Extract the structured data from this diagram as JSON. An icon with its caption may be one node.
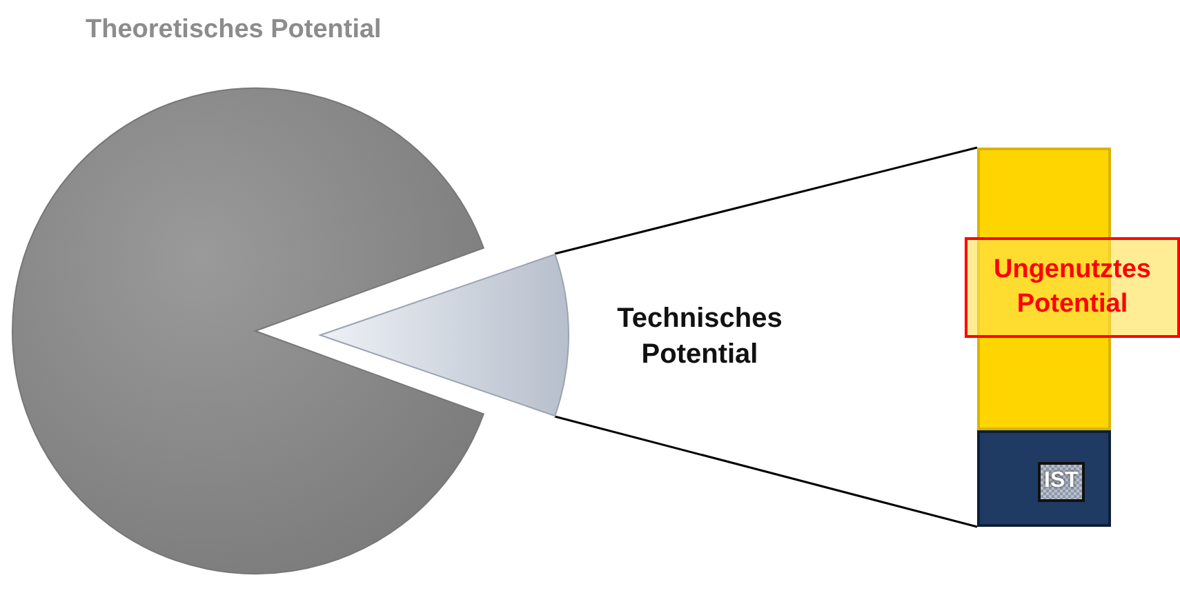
{
  "diagram": {
    "nodes": [
      {
        "text": [
          "Theoretisches Potential"
        ]
      },
      {
        "text": [
          "Technisches Potential"
        ]
      },
      {
        "text": [],
        "shape": "bar"
      },
      {
        "text": [
          "Ungenutztes Potential"
        ],
        "in": 2
      },
      {
        "text": [
          "IST"
        ],
        "in": 2
      }
    ],
    "edges": [
      {
        "from": 1,
        "to": 2,
        "arrow": "none"
      },
      {
        "from": 1,
        "to": 2,
        "arrow": "none"
      }
    ]
  }
}
